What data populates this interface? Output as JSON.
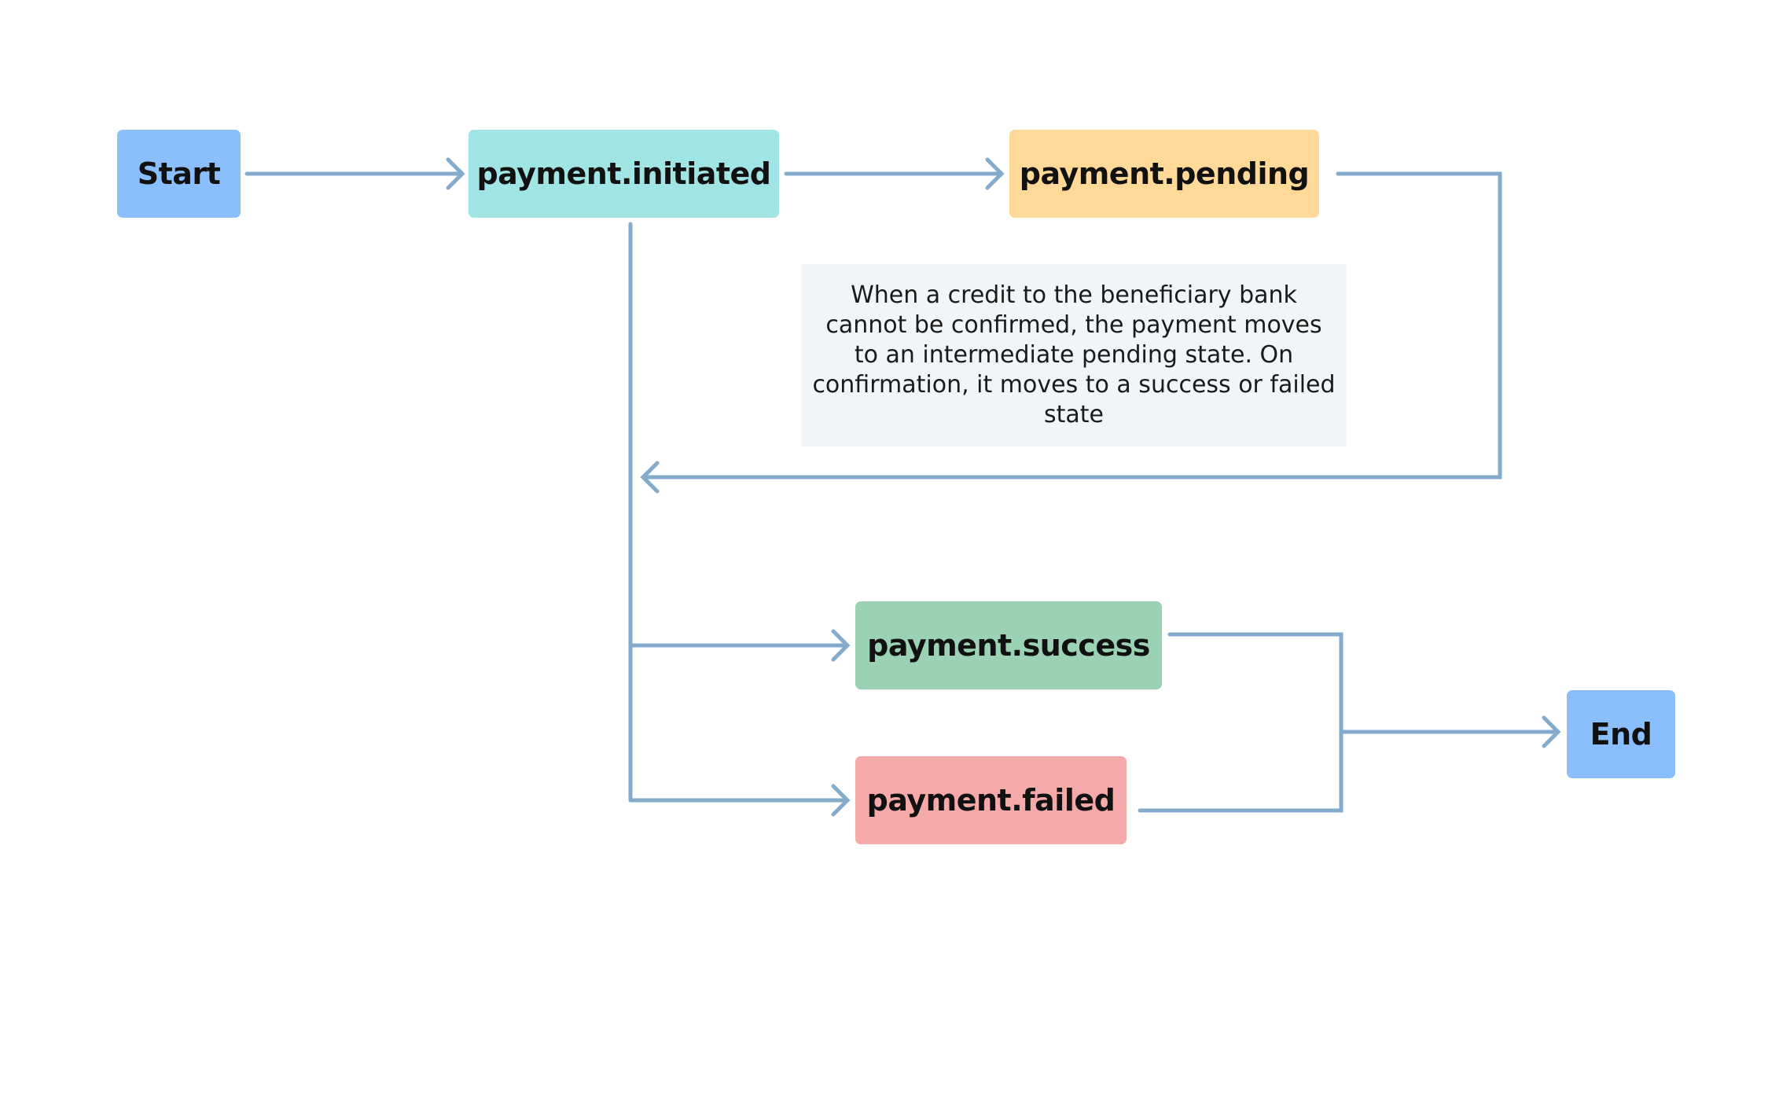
{
  "nodes": {
    "start": {
      "label": "Start",
      "color": "#8bbefd"
    },
    "initiated": {
      "label": "payment.initiated",
      "color": "#a0e4e4"
    },
    "pending": {
      "label": "payment.pending",
      "color": "#fed998"
    },
    "success": {
      "label": "payment.success",
      "color": "#9bd2b3"
    },
    "failed": {
      "label": "payment.failed",
      "color": "#f5a9a8"
    },
    "end": {
      "label": "End",
      "color": "#8bbefd"
    }
  },
  "note": {
    "text": "When a credit to the beneficiary bank cannot be confirmed, the payment moves to an intermediate pending state. On confirmation, it moves to a success or failed state"
  },
  "colors": {
    "connector": "#85abcc",
    "note_background": "#f1f5f8"
  }
}
